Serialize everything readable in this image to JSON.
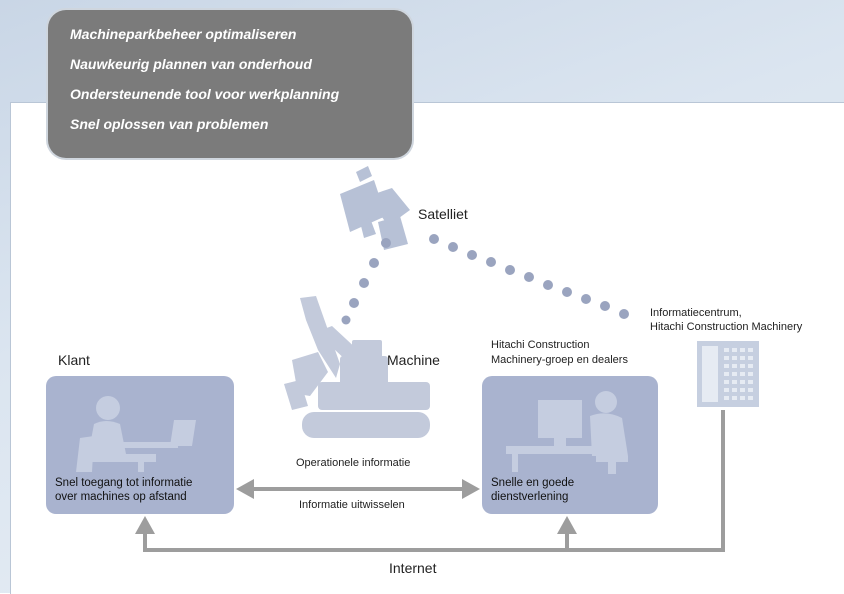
{
  "benefits": [
    "Machineparkbeheer optimaliseren",
    "Nauwkeurig plannen van onderhoud",
    "Ondersteunende tool voor werkplanning",
    "Snel oplossen van problemen"
  ],
  "satellite_label": "Satelliet",
  "info_center_label_1": "Informatiecentrum,",
  "info_center_label_2": "Hitachi Construction Machinery",
  "customer_label": "Klant",
  "machine_label": "Machine",
  "dealer_label_1": "Hitachi Construction",
  "dealer_label_2": "Machinery-groep en dealers",
  "operational_info_label": "Operationele informatie",
  "customer_caption_1": "Snel toegang tot informatie",
  "customer_caption_2": "over machines op afstand",
  "dealer_caption_1": "Snelle en goede",
  "dealer_caption_2": "dienstverlening",
  "exchange_label": "Informatie uitwisselen",
  "internet_label": "Internet",
  "colors": {
    "callout": "#7b7b7b",
    "box": "#a9b3cf",
    "icon": "#c5cde0",
    "arrow": "#9d9d9d"
  }
}
